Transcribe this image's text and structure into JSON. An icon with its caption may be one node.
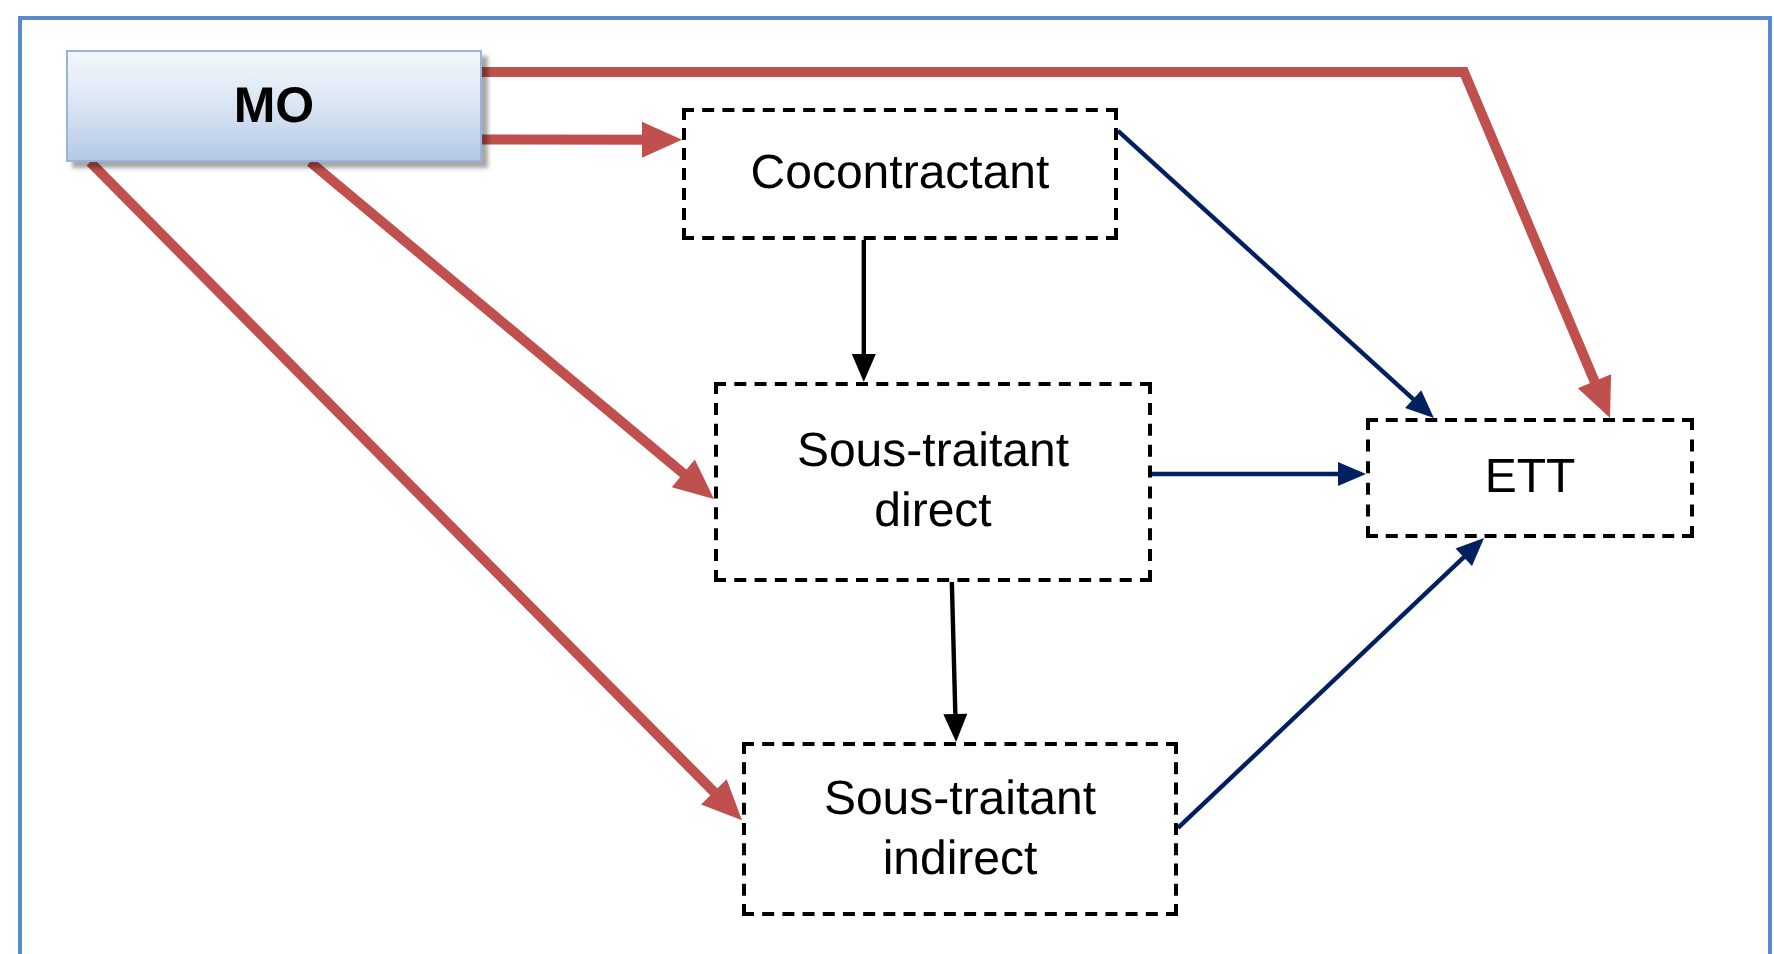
{
  "diagram": {
    "nodes": [
      {
        "text": [
          "MO"
        ]
      },
      {
        "text": [
          "Cocontractant"
        ]
      },
      {
        "text": [
          "Sous-traitant direct"
        ]
      },
      {
        "text": [
          "Sous-traitant indirect"
        ]
      },
      {
        "text": [
          "ETT"
        ]
      }
    ],
    "edges": [
      {
        "from": 0,
        "to": 4,
        "arrow": "to",
        "style": "thick"
      },
      {
        "from": 0,
        "to": 1,
        "arrow": "to",
        "style": "thick"
      },
      {
        "from": 0,
        "to": 2,
        "arrow": "to",
        "style": "thick"
      },
      {
        "from": 0,
        "to": 3,
        "arrow": "to",
        "style": "thick"
      },
      {
        "from": 1,
        "to": 2,
        "arrow": "to",
        "color": "#000000"
      },
      {
        "from": 1,
        "to": 4,
        "arrow": "to",
        "color": "#002060"
      },
      {
        "from": 2,
        "to": 4,
        "arrow": "to",
        "color": "#002060"
      },
      {
        "from": 2,
        "to": 3,
        "arrow": "to",
        "color": "#000000"
      },
      {
        "from": 3,
        "to": 4,
        "arrow": "to",
        "color": "#002060"
      }
    ]
  }
}
